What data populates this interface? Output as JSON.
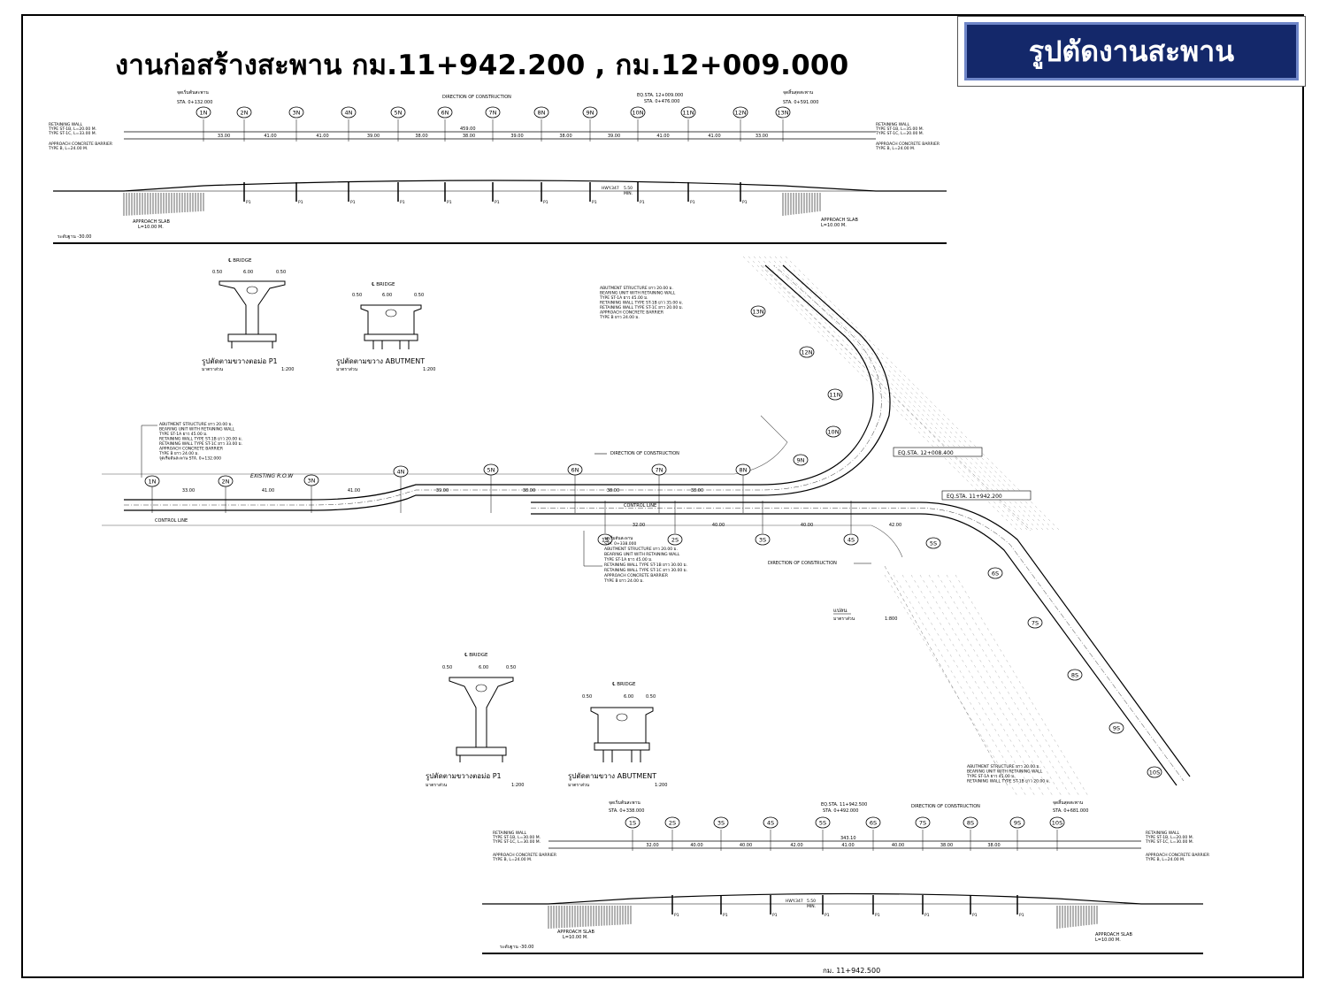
{
  "title": "งานก่อสร้างสะพาน กม.11+942.200  , กม.12+009.000",
  "badge": "รูปตัดงานสะพาน",
  "footer": "กม. 11+942.500",
  "colors": {
    "badge_bg": "#14286a",
    "badge_border": "#6f86c8",
    "line": "#000000"
  },
  "top_profile": {
    "start_label": "จุดเริ่มต้นสะพาน",
    "start_sta": "STA. 0+132.000",
    "end_label": "จุดสิ้นสุดสะพาน",
    "end_sta": "STA. 0+591.000",
    "direction": "DIRECTION OF CONSTRUCTION",
    "eq_sta": "EQ.STA. 12+009.000",
    "eq_sta2": "STA. 0+476.000",
    "piers": [
      "1N",
      "2N",
      "3N",
      "4N",
      "5N",
      "6N",
      "7N",
      "8N",
      "9N",
      "10N",
      "11N",
      "12N",
      "13N"
    ],
    "spans": [
      "33.00",
      "41.00",
      "41.00",
      "39.00",
      "38.00",
      "38.00",
      "39.00",
      "38.00",
      "39.00",
      "41.00",
      "41.00",
      "33.00"
    ],
    "total": "459.00",
    "left_notes": [
      "RETAINING WALL",
      "TYPE ST-1B, L=20.00 M.",
      "TYPE ST-1C, L=33.00 M.",
      "APPROACH CONCRETE BARRIER",
      "TYPE B, L=24.00 M."
    ],
    "right_notes": [
      "RETAINING WALL",
      "TYPE ST-1B, L=35.00 M.",
      "TYPE ST-1C, L=20.00 M.",
      "APPROACH CONCRETE BARRIER",
      "TYPE B, L=24.00 M."
    ],
    "approach_left": "APPROACH SLAB",
    "approach_left2": "L=10.00 M.",
    "approach_right": "APPROACH SLAB",
    "approach_right2": "L=10.00 M.",
    "datum": "ระดับฐาน -30.00",
    "hwy": "HWY.347",
    "clear": "5.50",
    "min": "MIN."
  },
  "sections_top": {
    "pier_title": "รูปตัดตามขวางตอม่อ P1",
    "abut_title": "รูปตัดตามขวาง ABUTMENT",
    "scale_label": "มาตราส่วน",
    "scale": "1:200",
    "bridge": "℄ BRIDGE",
    "width": "6.00",
    "side": "0.50"
  },
  "plan": {
    "north_piers": [
      "1N",
      "2N",
      "3N",
      "4N",
      "5N",
      "6N",
      "7N",
      "8N"
    ],
    "north_curve_piers": [
      "9N",
      "10N",
      "11N",
      "12N",
      "13N"
    ],
    "south_piers": [
      "1S",
      "2S",
      "3S",
      "4S"
    ],
    "south_curve_piers": [
      "5S",
      "6S",
      "7S",
      "8S",
      "9S",
      "10S"
    ],
    "eq_north": "EQ.STA. 12+008.400",
    "eq_south": "EQ.STA. 11+942.200",
    "direction": "DIRECTION OF CONSTRUCTION",
    "existing_row": "EXISTING R.O.W",
    "control_line": "CONTROL LINE",
    "plan_label": "แปลน",
    "plan_scale_label": "มาตราส่วน",
    "plan_scale": "1:800",
    "north_spans": [
      "33.00",
      "41.00",
      "41.00",
      "39.00",
      "38.00",
      "38.00",
      "38.00"
    ],
    "south_spans": [
      "32.00",
      "40.00",
      "40.00",
      "42.00"
    ],
    "note_left": [
      "ABUTMENT STRUCTURE ยาว 20.00 ม.",
      "BEARING UNIT WITH RETAINING WALL",
      "TYPE ST-1A ยาว 45.00 ม.",
      "RETAINING WALL TYPE ST-1B ยาว 20.00 ม.",
      "RETAINING WALL TYPE ST-1C ยาว 33.00 ม.",
      "APPROACH CONCRETE BARRIER",
      "TYPE B ยาว 24.00 ม.",
      "จุดเริ่มต้นสะพาน STA. 0+132.000"
    ],
    "note_top": [
      "ABUTMENT STRUCTURE ยาว 20.00 ม.",
      "BEARING UNIT WITH RETAINING WALL",
      "TYPE ST-1A ยาว 45.00 ม.",
      "RETAINING WALL TYPE ST-1B ยาว 35.00 ม.",
      "RETAINING WALL TYPE ST-1C ยาว 20.00 ม.",
      "APPROACH CONCRETE BARRIER",
      "TYPE B ยาว 24.00 ม."
    ],
    "note_mid": [
      "จุดเริ่มต้นสะพาน",
      "STA. 0+338.000",
      "ABUTMENT STRUCTURE ยาว 20.00 ม.",
      "BEARING UNIT WITH RETAINING WALL",
      "TYPE ST-1A ยาว 45.00 ม.",
      "RETAINING WALL TYPE ST-1B ยาว 30.00 ม.",
      "RETAINING WALL TYPE ST-1C ยาว 30.00 ม.",
      "APPROACH CONCRETE BARRIER",
      "TYPE B ยาว 24.00 ม."
    ],
    "note_bottom": [
      "ABUTMENT STRUCTURE ยาว 20.00 ม.",
      "BEARING UNIT WITH RETAINING WALL",
      "TYPE ST-1A ยาว 45.00 ม.",
      "RETAINING WALL TYPE ST-1B ยาว 20.00 ม."
    ]
  },
  "sections_bottom": {
    "pier_title": "รูปตัดตามขวางตอม่อ P1",
    "abut_title": "รูปตัดตามขวาง ABUTMENT",
    "scale_label": "มาตราส่วน",
    "scale": "1:200",
    "bridge": "℄ BRIDGE",
    "width": "6.00",
    "side": "0.50"
  },
  "bottom_profile": {
    "start_label": "จุดเริ่มต้นสะพาน",
    "start_sta": "STA. 0+338.000",
    "end_label": "จุดสิ้นสุดสะพาน",
    "end_sta": "STA. 0+681.000",
    "direction": "DIRECTION OF CONSTRUCTION",
    "eq_sta": "EQ.STA. 11+942.500",
    "eq_sta2": "STA. 0+492.000",
    "piers": [
      "1S",
      "2S",
      "3S",
      "4S",
      "5S",
      "6S",
      "7S",
      "8S",
      "9S",
      "10S"
    ],
    "spans": [
      "32.00",
      "40.00",
      "40.00",
      "42.00",
      "41.00",
      "40.00",
      "38.00",
      "38.00"
    ],
    "total": "343.10",
    "left_notes": [
      "RETAINING WALL",
      "TYPE ST-1B, L=30.00 M.",
      "TYPE ST-1C, L=30.00 M.",
      "APPROACH CONCRETE BARRIER",
      "TYPE B, L=24.00 M."
    ],
    "right_notes": [
      "RETAINING WALL",
      "TYPE ST-1B, L=20.00 M.",
      "TYPE ST-1C, L=30.00 M.",
      "APPROACH CONCRETE BARRIER",
      "TYPE B, L=24.00 M."
    ],
    "approach_left": "APPROACH SLAB",
    "approach_left2": "L=10.00 M.",
    "approach_right": "APPROACH SLAB",
    "approach_right2": "L=10.00 M.",
    "datum": "ระดับฐาน -30.00",
    "hwy": "HWY.347",
    "clear": "5.50",
    "min": "MIN."
  }
}
